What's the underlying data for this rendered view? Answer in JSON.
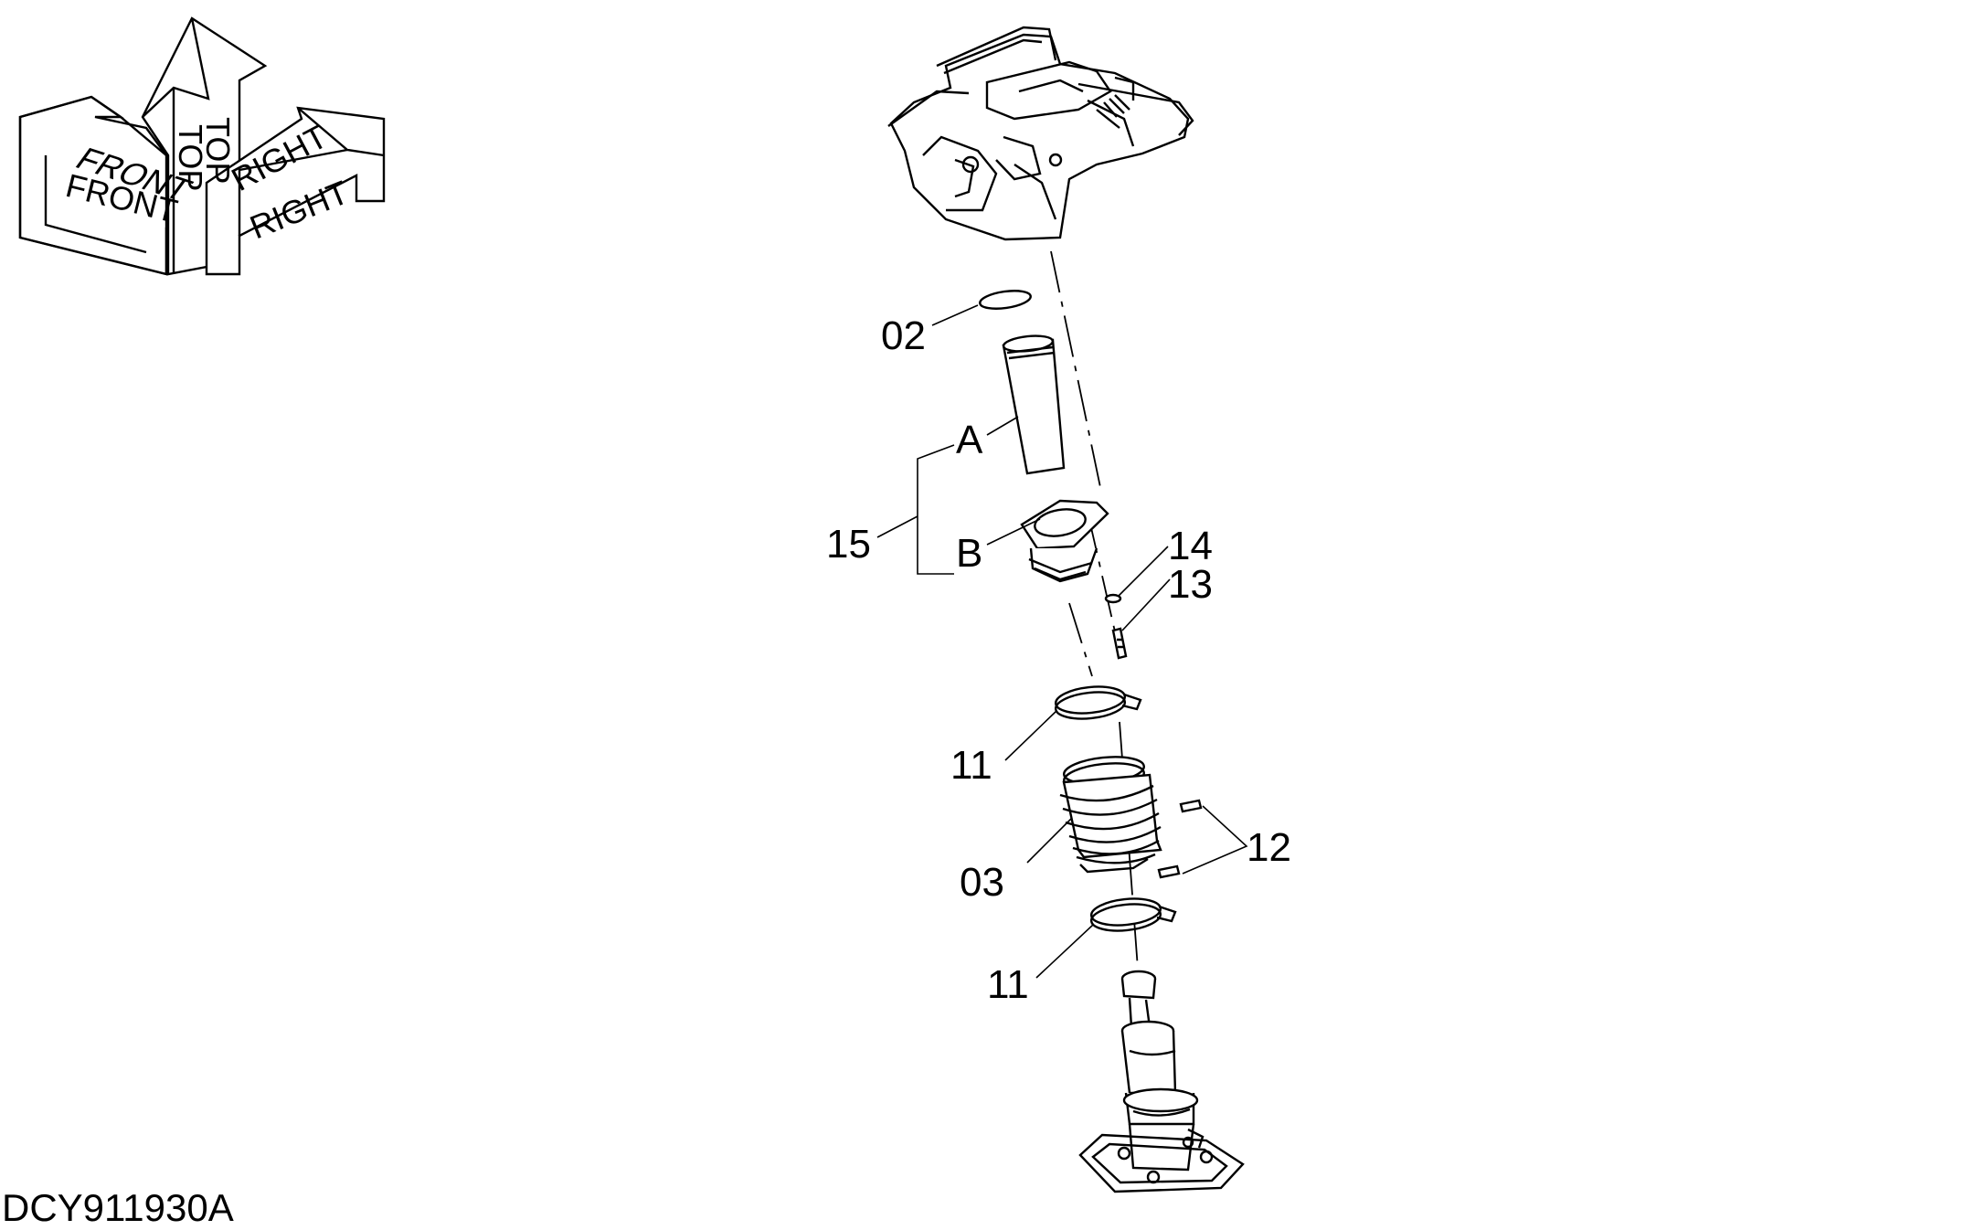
{
  "orientation": {
    "front_label": "FRONT",
    "top_label": "TOP",
    "right_label": "RIGHT"
  },
  "callouts": {
    "c02": "02",
    "cA": "A",
    "c15": "15",
    "cB": "B",
    "c14": "14",
    "c13": "13",
    "c11_upper": "11",
    "c03": "03",
    "c12": "12",
    "c11_lower": "11"
  },
  "drawing_code": "DCY911930A"
}
